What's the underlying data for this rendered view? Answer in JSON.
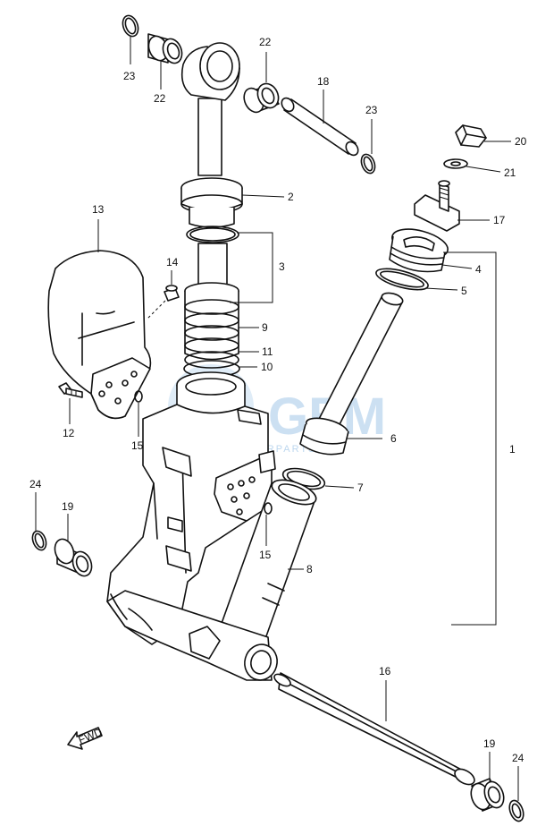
{
  "diagram": {
    "callouts": [
      {
        "id": "c23a",
        "text": "23"
      },
      {
        "id": "c22a",
        "text": "22"
      },
      {
        "id": "c22b",
        "text": "22"
      },
      {
        "id": "c18",
        "text": "18"
      },
      {
        "id": "c23b",
        "text": "23"
      },
      {
        "id": "c20",
        "text": "20"
      },
      {
        "id": "c21",
        "text": "21"
      },
      {
        "id": "c2",
        "text": "2"
      },
      {
        "id": "c17",
        "text": "17"
      },
      {
        "id": "c13",
        "text": "13"
      },
      {
        "id": "c3",
        "text": "3"
      },
      {
        "id": "c4",
        "text": "4"
      },
      {
        "id": "c14",
        "text": "14"
      },
      {
        "id": "c5",
        "text": "5"
      },
      {
        "id": "c9",
        "text": "9"
      },
      {
        "id": "c11",
        "text": "11"
      },
      {
        "id": "c10",
        "text": "10"
      },
      {
        "id": "c12",
        "text": "12"
      },
      {
        "id": "c15a",
        "text": "15"
      },
      {
        "id": "c6",
        "text": "6"
      },
      {
        "id": "c1",
        "text": "1"
      },
      {
        "id": "c7",
        "text": "7"
      },
      {
        "id": "c24a",
        "text": "24"
      },
      {
        "id": "c19a",
        "text": "19"
      },
      {
        "id": "c15b",
        "text": "15"
      },
      {
        "id": "c8",
        "text": "8"
      },
      {
        "id": "c16",
        "text": "16"
      },
      {
        "id": "c19b",
        "text": "19"
      },
      {
        "id": "c24b",
        "text": "24"
      }
    ],
    "fwd_label": "FWD",
    "watermark": {
      "main": "GEM",
      "sub": "MOTORPARTS"
    },
    "colors": {
      "line": "#111111",
      "watermark": "#6fa8dc"
    }
  }
}
